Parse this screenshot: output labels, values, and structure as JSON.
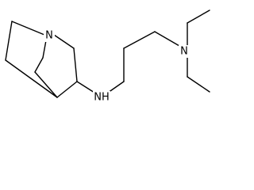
{
  "molecule": {
    "atoms": {
      "n_ring": "N",
      "nh_linker": "NH",
      "n_amine": "N"
    }
  }
}
